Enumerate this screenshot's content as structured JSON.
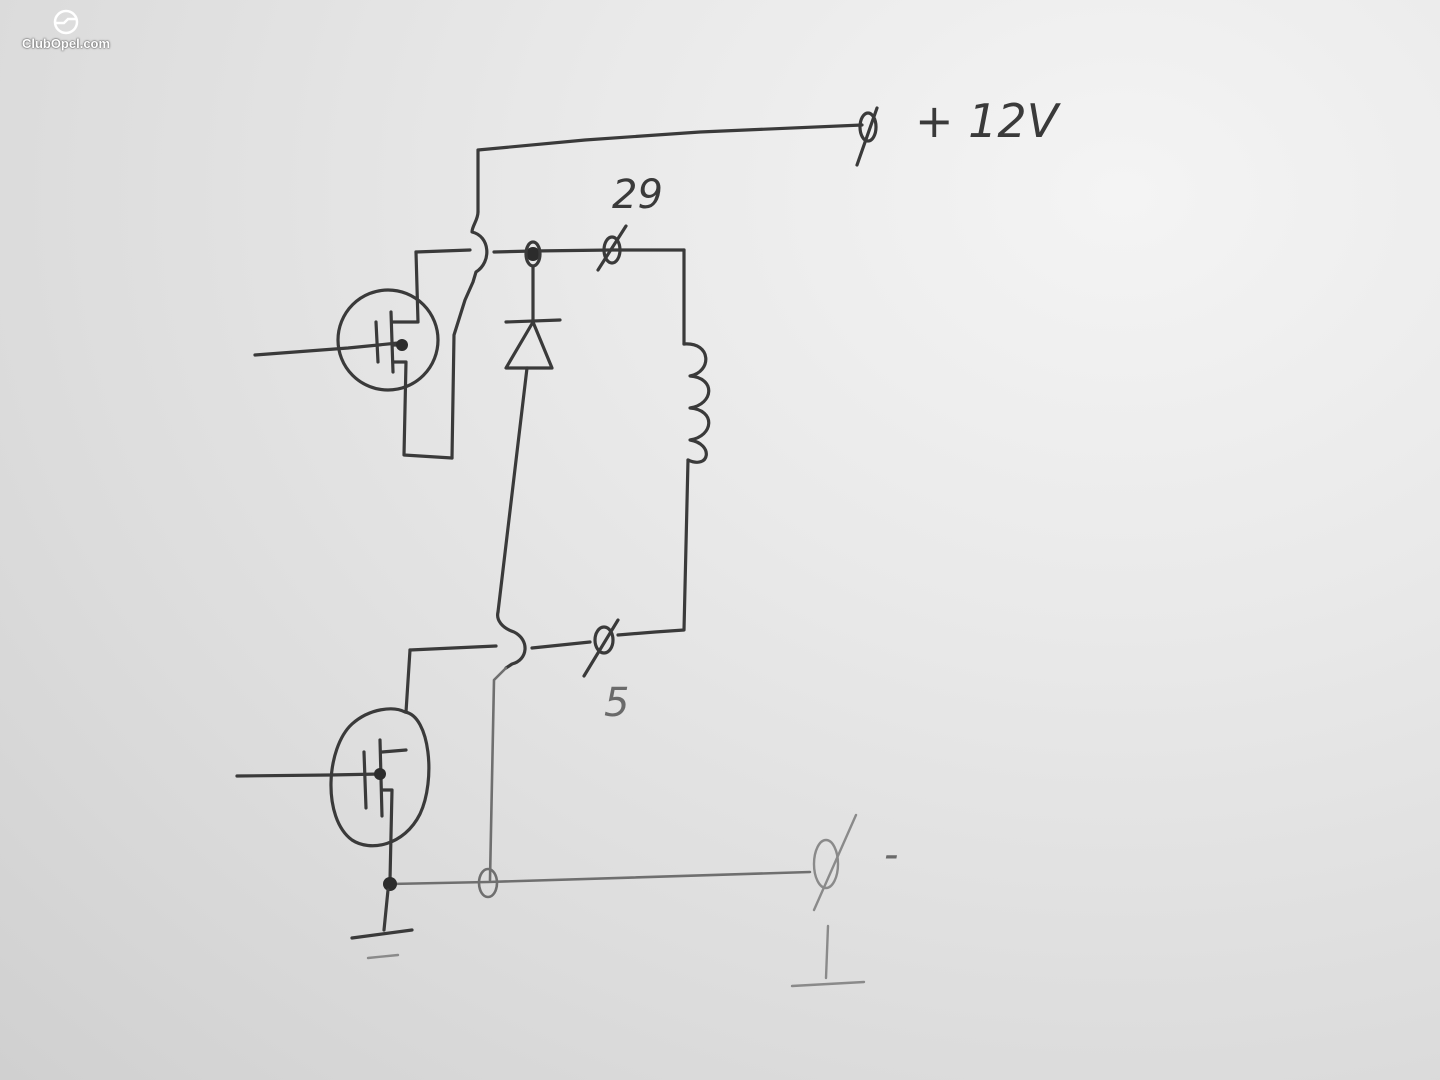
{
  "watermark": {
    "text": "ClubOpel.com"
  },
  "diagram": {
    "supply_label": "+ 12V",
    "terminal_top_label": "29",
    "terminal_bottom_label": "5",
    "negative_label": "-"
  }
}
